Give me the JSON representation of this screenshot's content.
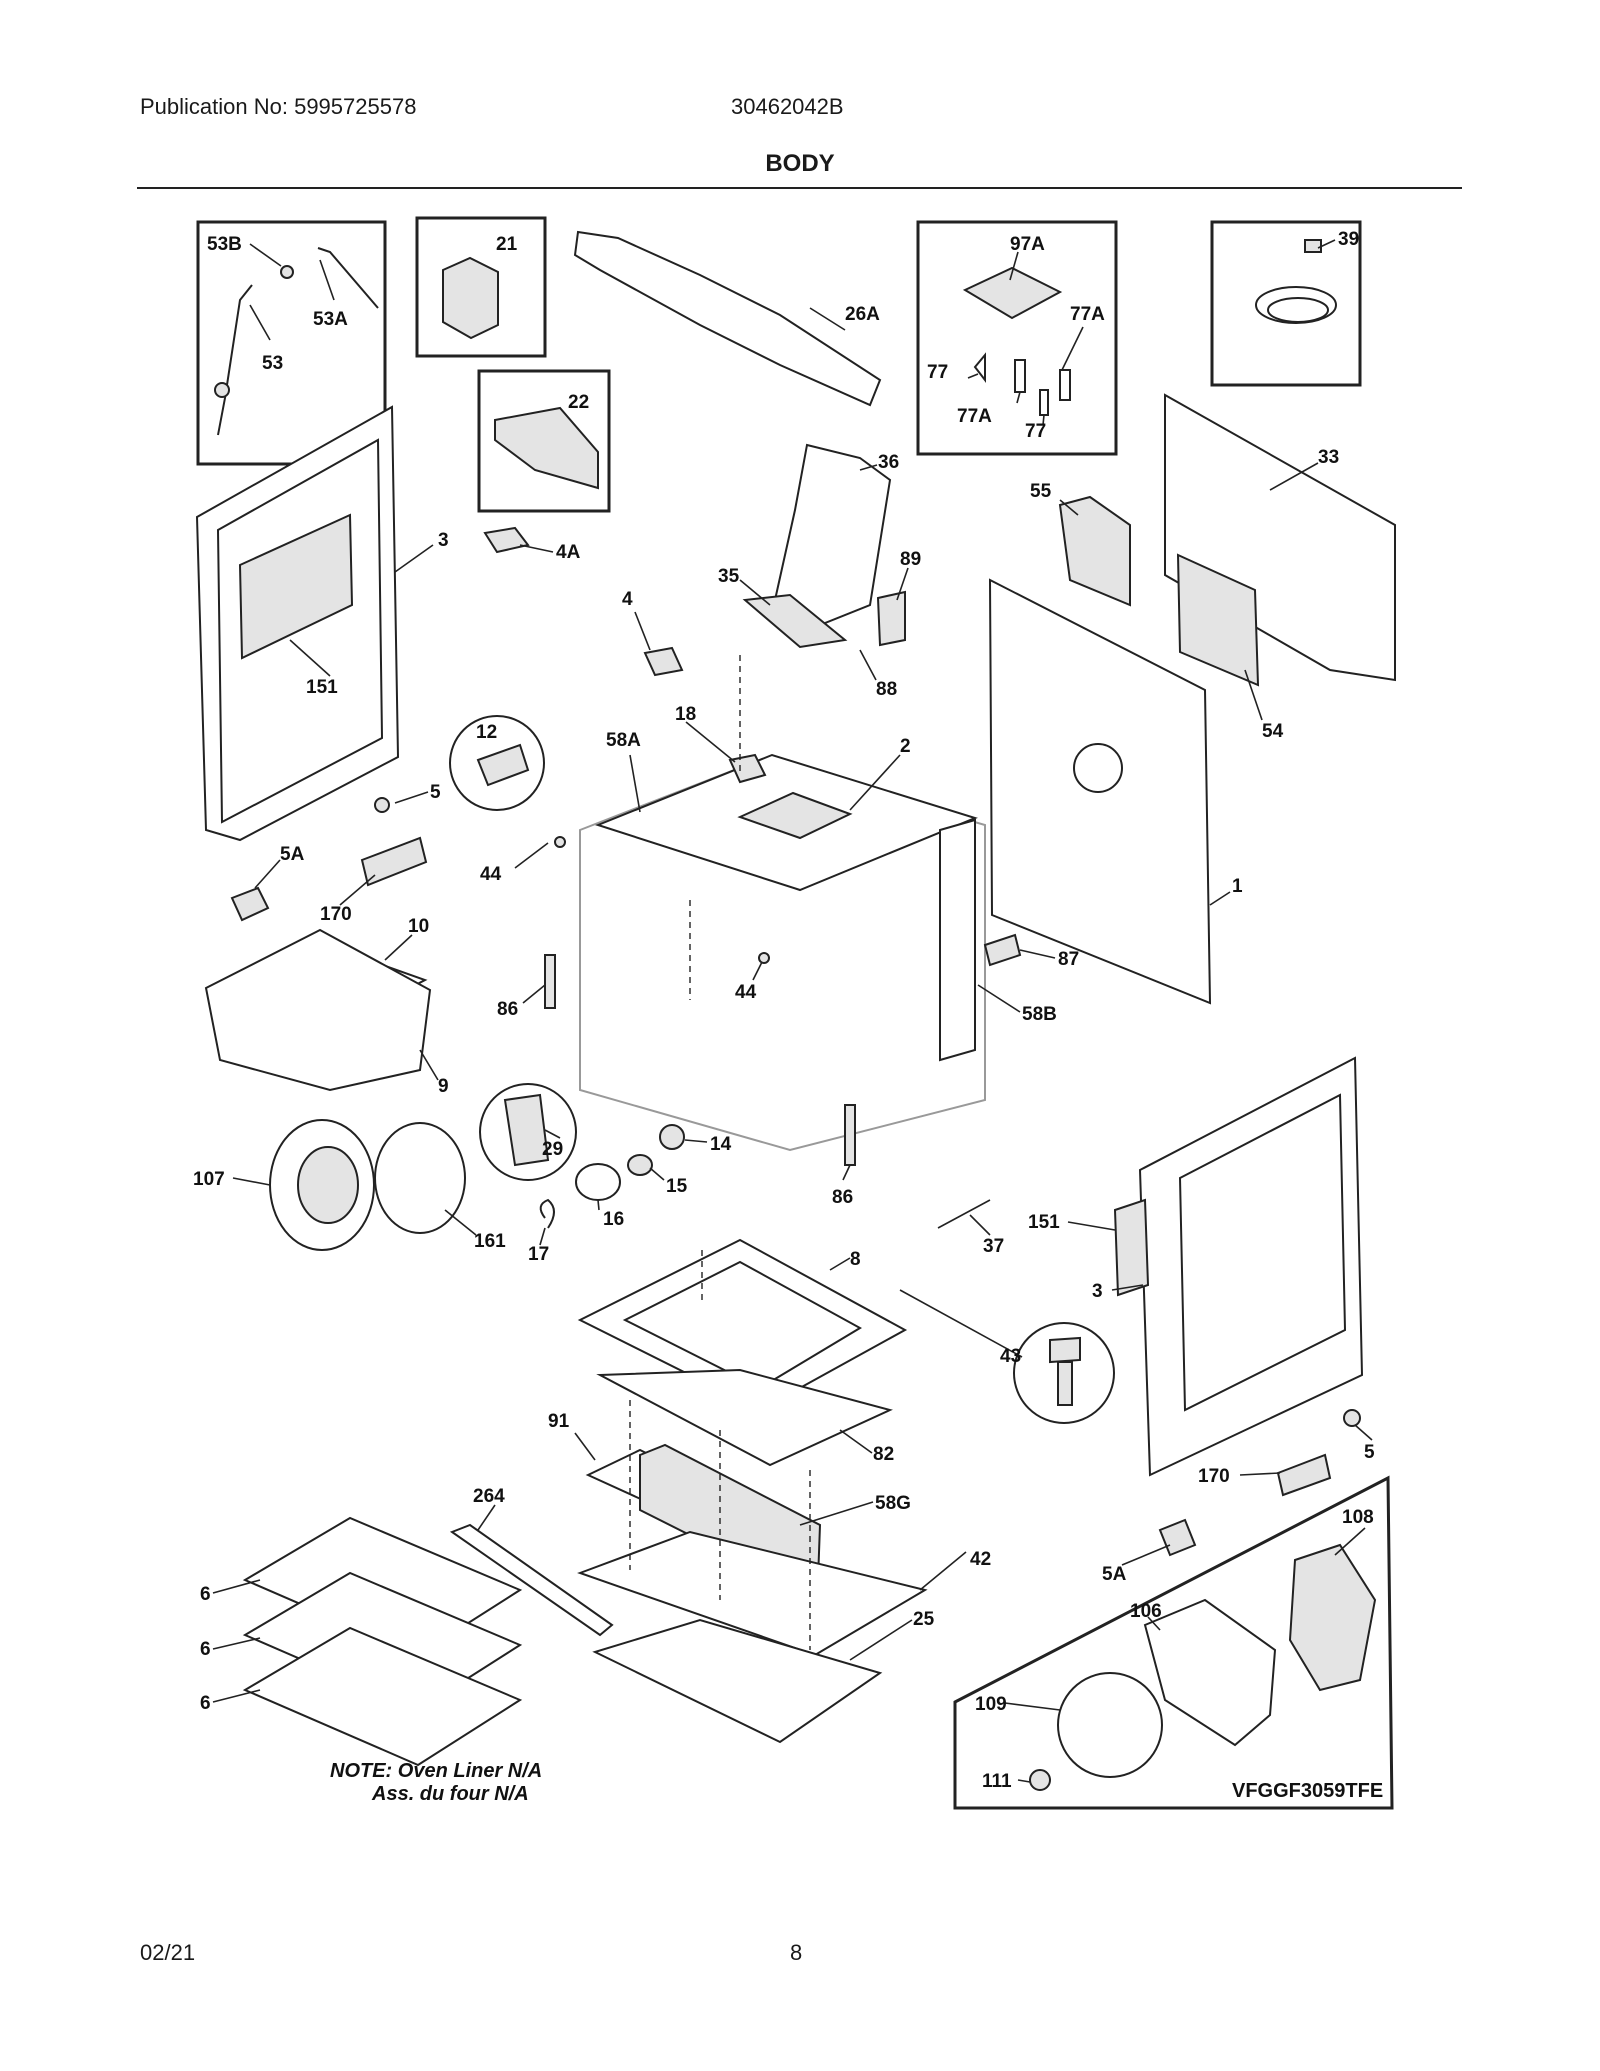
{
  "header": {
    "publication": "Publication No: 5995725578",
    "doc_code": "30462042B",
    "section_title": "BODY"
  },
  "footer": {
    "date": "02/21",
    "page_number": "8"
  },
  "diagram": {
    "note_line1": "NOTE: Oven Liner N/A",
    "note_line2": "Ass. du four N/A",
    "model": "VFGGF3059TFE",
    "callouts": {
      "c53B": "53B",
      "c53A": "53A",
      "c53": "53",
      "c21": "21",
      "c26A": "26A",
      "c97A": "97A",
      "c77a": "77",
      "c77Aa": "77A",
      "c77Ab": "77A",
      "c77b": "77",
      "c39": "39",
      "c22": "22",
      "c36": "36",
      "c33": "33",
      "c55": "55",
      "c3a": "3",
      "c4A": "4A",
      "c35": "35",
      "c89": "89",
      "c4": "4",
      "c88": "88",
      "c54": "54",
      "c151a": "151",
      "c12": "12",
      "c18": "18",
      "c58A": "58A",
      "c2": "2",
      "c5a": "5",
      "c5Aa": "5A",
      "c44a": "44",
      "c170a": "170",
      "c1": "1",
      "c10": "10",
      "c87": "87",
      "c86a": "86",
      "c44b": "44",
      "c58B": "58B",
      "c9": "9",
      "c29": "29",
      "c14": "14",
      "c107": "107",
      "c15": "15",
      "c16": "16",
      "c161": "161",
      "c17": "17",
      "c86b": "86",
      "c37": "37",
      "c151b": "151",
      "c8": "8",
      "c3b": "3",
      "c43": "43",
      "c91": "91",
      "c82": "82",
      "c5b": "5",
      "c170b": "170",
      "c264": "264",
      "c58G": "58G",
      "c108": "108",
      "c42": "42",
      "c5Ab": "5A",
      "c6a": "6",
      "c25": "25",
      "c106": "106",
      "c6b": "6",
      "c6c": "6",
      "c109": "109",
      "c111": "111"
    }
  }
}
